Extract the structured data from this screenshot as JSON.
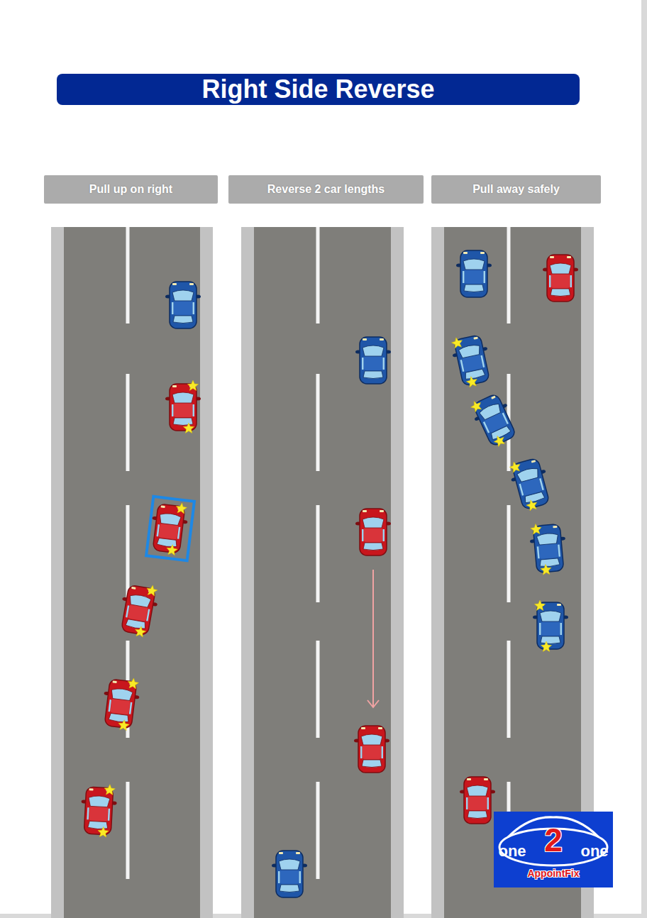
{
  "diagram": {
    "title": "Right Side Reverse",
    "nodes": [
      {
        "text": [
          "Pull up on right"
        ]
      },
      {
        "text": [
          "Reverse 2 car lengths"
        ]
      },
      {
        "text": [
          "Pull away safely"
        ]
      },
      {
        "text": [
          "one",
          "2",
          "one",
          "AppointFix"
        ]
      }
    ]
  }
}
